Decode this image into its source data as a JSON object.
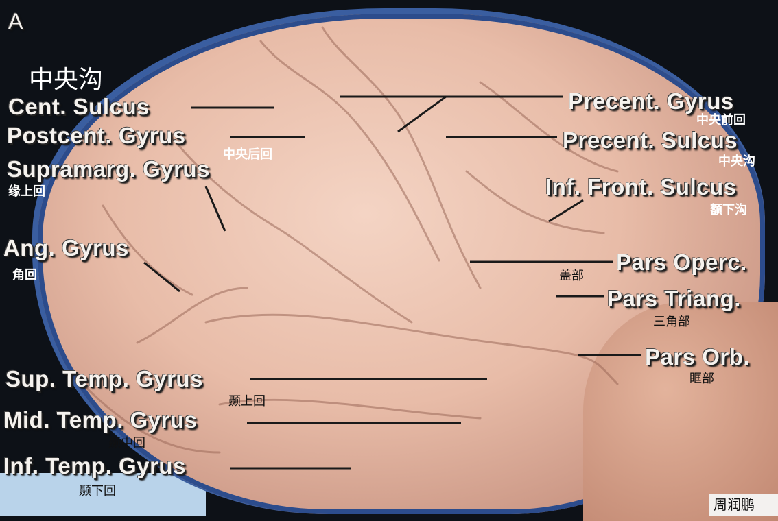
{
  "panel_letter": "A",
  "labels": {
    "cent_sulcus": {
      "en": "Cent. Sulcus",
      "cn": "中央沟"
    },
    "postcent_gyrus": {
      "en": "Postcent. Gyrus",
      "cn": "中央后回"
    },
    "supramarg_gyrus": {
      "en": "Supramarg. Gyrus",
      "cn": "缘上回"
    },
    "ang_gyrus": {
      "en": "Ang. Gyrus",
      "cn": "角回"
    },
    "precent_gyrus": {
      "en": "Precent. Gyrus",
      "cn": "中央前回"
    },
    "precent_sulcus": {
      "en": "Precent. Sulcus",
      "cn": "中央沟"
    },
    "inf_front_sulcus": {
      "en": "Inf. Front. Sulcus",
      "cn": "额下沟"
    },
    "pars_operc": {
      "en": "Pars Operc.",
      "cn": "盖部"
    },
    "pars_triang": {
      "en": "Pars Triang.",
      "cn": "三角部"
    },
    "pars_orb": {
      "en": "Pars Orb.",
      "cn": "眶部"
    },
    "sup_temp_gyrus": {
      "en": "Sup. Temp. Gyrus",
      "cn": "颞上回"
    },
    "mid_temp_gyrus": {
      "en": "Mid. Temp. Gyrus",
      "cn": "颞中回"
    },
    "inf_temp_gyrus": {
      "en": "Inf. Temp. Gyrus",
      "cn": "颞下回"
    }
  },
  "signature": "周润鹏"
}
